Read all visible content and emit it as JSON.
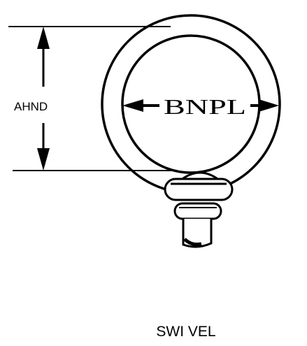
{
  "labels": {
    "height_dimension": "AHND",
    "inner_diameter_dimension": "BNPL",
    "caption": "SWI VEL"
  },
  "colors": {
    "line": "#000000",
    "background": "#ffffff"
  }
}
